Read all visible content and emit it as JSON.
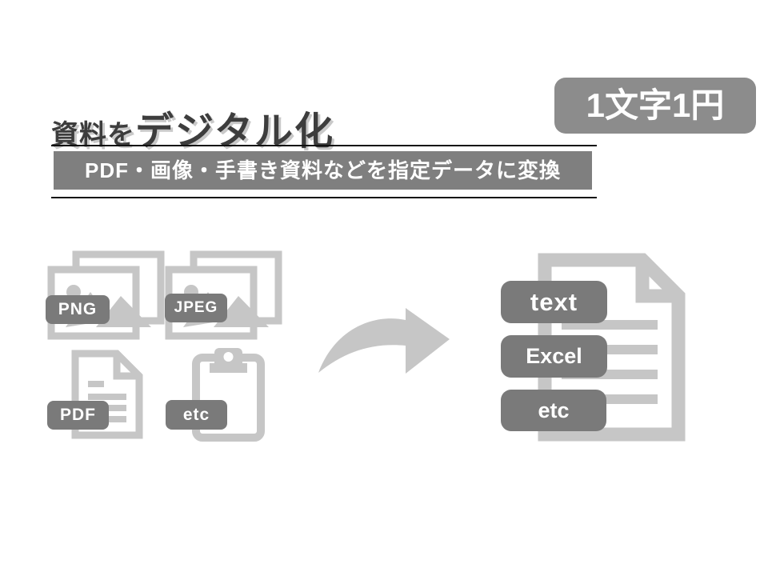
{
  "slide": {
    "title": {
      "prefix": "資料を",
      "main": "デジタル化"
    },
    "price_badge": {
      "label": "1文字1円"
    },
    "banner": {
      "label": "PDF・画像・手書き資料などを指定データに変換"
    }
  },
  "sources": {
    "items": [
      {
        "id": "png",
        "label": "PNG",
        "icon": "image-stack-icon"
      },
      {
        "id": "jpeg",
        "label": "JPEG",
        "icon": "image-stack-icon"
      },
      {
        "id": "pdf",
        "label": "PDF",
        "icon": "document-icon"
      },
      {
        "id": "etc",
        "label": "etc",
        "icon": "clipboard-icon"
      }
    ]
  },
  "flow": {
    "arrow_icon": "curved-arrow-right-icon"
  },
  "outputs": {
    "icon": "document-icon",
    "items": [
      {
        "label": "text"
      },
      {
        "label": "Excel"
      },
      {
        "label": "etc"
      }
    ]
  },
  "colors": {
    "title_text": "#3d3d3d",
    "banner_bg": "#7f7f7f",
    "price_badge_bg": "#8c8c8c",
    "label_badge_bg": "#7a7a7a",
    "icon_gray": "#c6c6c6",
    "rule": "#111111",
    "badge_text": "#ffffff"
  }
}
